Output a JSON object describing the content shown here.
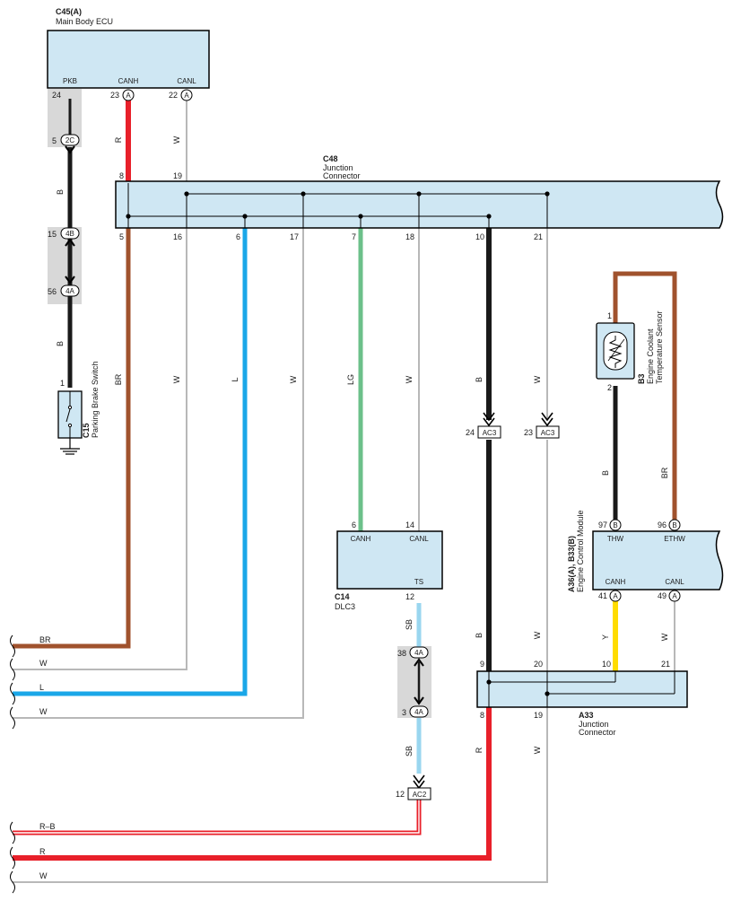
{
  "colors": {
    "box_fill": "#cfe7f3",
    "wire_R": "#e8202a",
    "wire_B": "#1a1a1a",
    "wire_BR": "#a0522d",
    "wire_W": "#c8c8c8",
    "wire_L": "#1aa7e8",
    "wire_LG": "#6cc08a",
    "wire_SB": "#9ad6ef",
    "wire_Y": "#ffdc00",
    "gray_connector": "#d8d8d8"
  },
  "c45": {
    "code": "C45(A)",
    "name": "Main Body ECU",
    "terminals": {
      "pkb": "PKB",
      "canh": "CANH",
      "canl": "CANL"
    },
    "pins": {
      "pkb": "24",
      "canh": "23",
      "canl": "22"
    },
    "connector_letter": "A"
  },
  "c48": {
    "code": "C48",
    "name_line1": "Junction",
    "name_line2": "Connector",
    "top_pins": [
      "8",
      "19"
    ],
    "bottom_pins": [
      "5",
      "16",
      "6",
      "17",
      "7",
      "18",
      "10",
      "21"
    ]
  },
  "inline_connectors": {
    "c2": {
      "pin": "5",
      "label": "2C"
    },
    "b4": {
      "pin": "15",
      "label": "4B"
    },
    "a4_left": {
      "pin": "56",
      "label": "4A"
    },
    "a4_top": {
      "pin": "38",
      "label": "4A"
    },
    "a4_bottom": {
      "pin": "3",
      "label": "4A"
    },
    "ac3_left": {
      "pin": "24",
      "label": "AC3"
    },
    "ac3_right": {
      "pin": "23",
      "label": "AC3"
    },
    "ac2": {
      "pin": "12",
      "label": "AC2"
    }
  },
  "c15": {
    "code": "C15",
    "name": "Parking Brake Switch",
    "pin": "1"
  },
  "b3": {
    "code": "B3",
    "name_line1": "Engine Coolant",
    "name_line2": "Temperature Sensor",
    "pin_top": "1",
    "pin_bottom": "2"
  },
  "ecm": {
    "code": "A36(A), B33(B)",
    "name": "Engine Control Module",
    "terminals": {
      "thw": "THW",
      "ethw": "ETHW",
      "canh": "CANH",
      "canl": "CANL"
    },
    "pins": {
      "thw": "97",
      "ethw": "96",
      "canh": "41",
      "canl": "49"
    },
    "letters": {
      "thw": "B",
      "ethw": "B",
      "canh": "A",
      "canl": "A"
    }
  },
  "c14": {
    "code": "C14",
    "name": "DLC3",
    "terminals": {
      "canh": "CANH",
      "canl": "CANL",
      "ts": "TS"
    },
    "pins": {
      "canh": "6",
      "canl": "14",
      "ts": "12"
    }
  },
  "a33": {
    "code": "A33",
    "name_line1": "Junction",
    "name_line2": "Connector",
    "top_pins": [
      "9",
      "20",
      "10",
      "21"
    ],
    "bottom_pins": [
      "8",
      "19"
    ]
  },
  "wire_colors": {
    "r_top": "R",
    "w_top": "W",
    "b_pkb": "B",
    "b_pkb2": "B",
    "br": "BR",
    "w16": "W",
    "l": "L",
    "w17": "W",
    "lg": "LG",
    "w18": "W",
    "b10": "B",
    "w21": "W",
    "sb1": "SB",
    "sb2": "SB",
    "b_a33": "B",
    "w_a33": "W",
    "y": "Y",
    "w49": "W",
    "b_sensor": "B",
    "br_sensor": "BR",
    "r_a33": "R",
    "w_a33b": "W"
  },
  "exits": {
    "br": "BR",
    "w1": "W",
    "l": "L",
    "w2": "W",
    "rb": "R–B",
    "r": "R",
    "w3": "W"
  }
}
